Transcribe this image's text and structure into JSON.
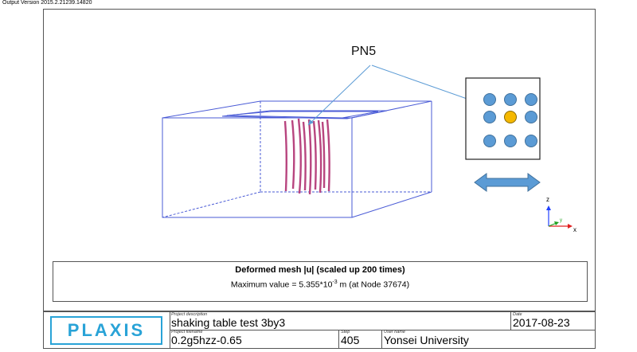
{
  "header": {
    "output_version": "Output Version 2015.2.21239.14820"
  },
  "viewport": {
    "callout_label": "PN5",
    "axes": {
      "z": "z",
      "y": "y",
      "x": "x"
    },
    "colors": {
      "mesh": "#4a5bd6",
      "piles": "#b8457f",
      "circles": "#5b9bd5",
      "highlight": "#f5b800",
      "arrow": "#5b9bd5"
    }
  },
  "caption": {
    "title": "Deformed mesh |u| (scaled up 200 times)",
    "value_prefix": "Maximum value = 5.355*10",
    "value_exponent": "-3",
    "value_suffix": " m (at Node 37674)"
  },
  "footer": {
    "logo": "PLAXIS",
    "project_description_label": "Project description",
    "project_description": "shaking table test 3by3",
    "date_label": "Date",
    "date": "2017-08-23",
    "project_filename_label": "Project filename",
    "project_filename": "0.2g5hzz-0.65",
    "step_label": "Step",
    "step": "405",
    "user_name_label": "User name",
    "user_name": "Yonsei University"
  }
}
